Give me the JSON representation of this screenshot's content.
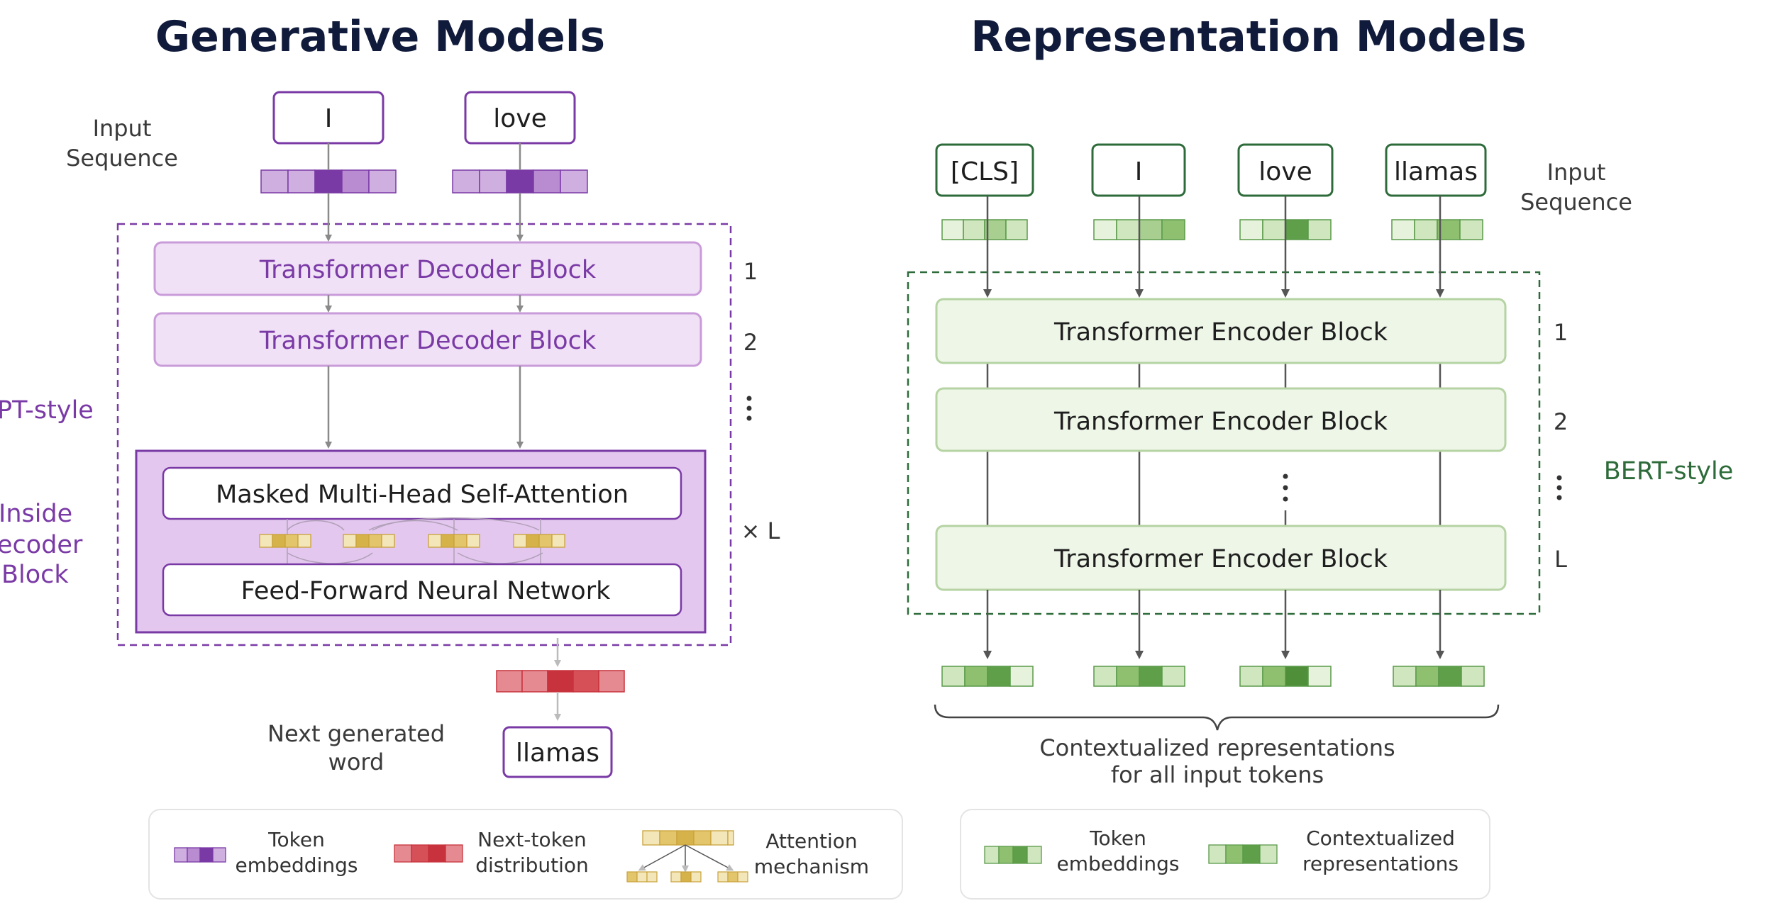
{
  "generative": {
    "title": "Generative Models",
    "input_label": [
      "Input",
      "Sequence"
    ],
    "tokens": [
      "I",
      "love"
    ],
    "decoder_block_label": "Transformer Decoder Block",
    "layer_numbers": [
      "1",
      "2"
    ],
    "repeat_label": "× L",
    "side_label_top": "PT-style",
    "side_label_inside": [
      "Inside",
      "ecoder",
      "Block"
    ],
    "attention_label": "Masked Multi-Head Self-Attention",
    "ffn_label": "Feed-Forward Neural Network",
    "next_label": [
      "Next generated",
      "word"
    ],
    "output_token": "llamas",
    "legend": {
      "token_embeddings": [
        "Token",
        "embeddings"
      ],
      "next_token": [
        "Next-token",
        "distribution"
      ],
      "attention": [
        "Attention",
        "mechanism"
      ]
    }
  },
  "representation": {
    "title": "Representation Models",
    "input_label": [
      "Input",
      "Sequence"
    ],
    "tokens": [
      "[CLS]",
      "I",
      "love",
      "llamas"
    ],
    "encoder_block_label": "Transformer Encoder Block",
    "layer_numbers": [
      "1",
      "2",
      "L"
    ],
    "side_label": "BERT-style",
    "output_caption": [
      "Contextualized representations",
      "for all input tokens"
    ],
    "legend": {
      "token_embeddings": [
        "Token",
        "embeddings"
      ],
      "contextualized": [
        "Contextualized",
        "representations"
      ]
    }
  },
  "colors": {
    "purple": "#7a3aa6",
    "purple_light": "#f1e1f6",
    "green": "#2e6b3a",
    "green_light": "#eef6e8",
    "red": "#c8323c",
    "gold": "#d6b24a"
  }
}
